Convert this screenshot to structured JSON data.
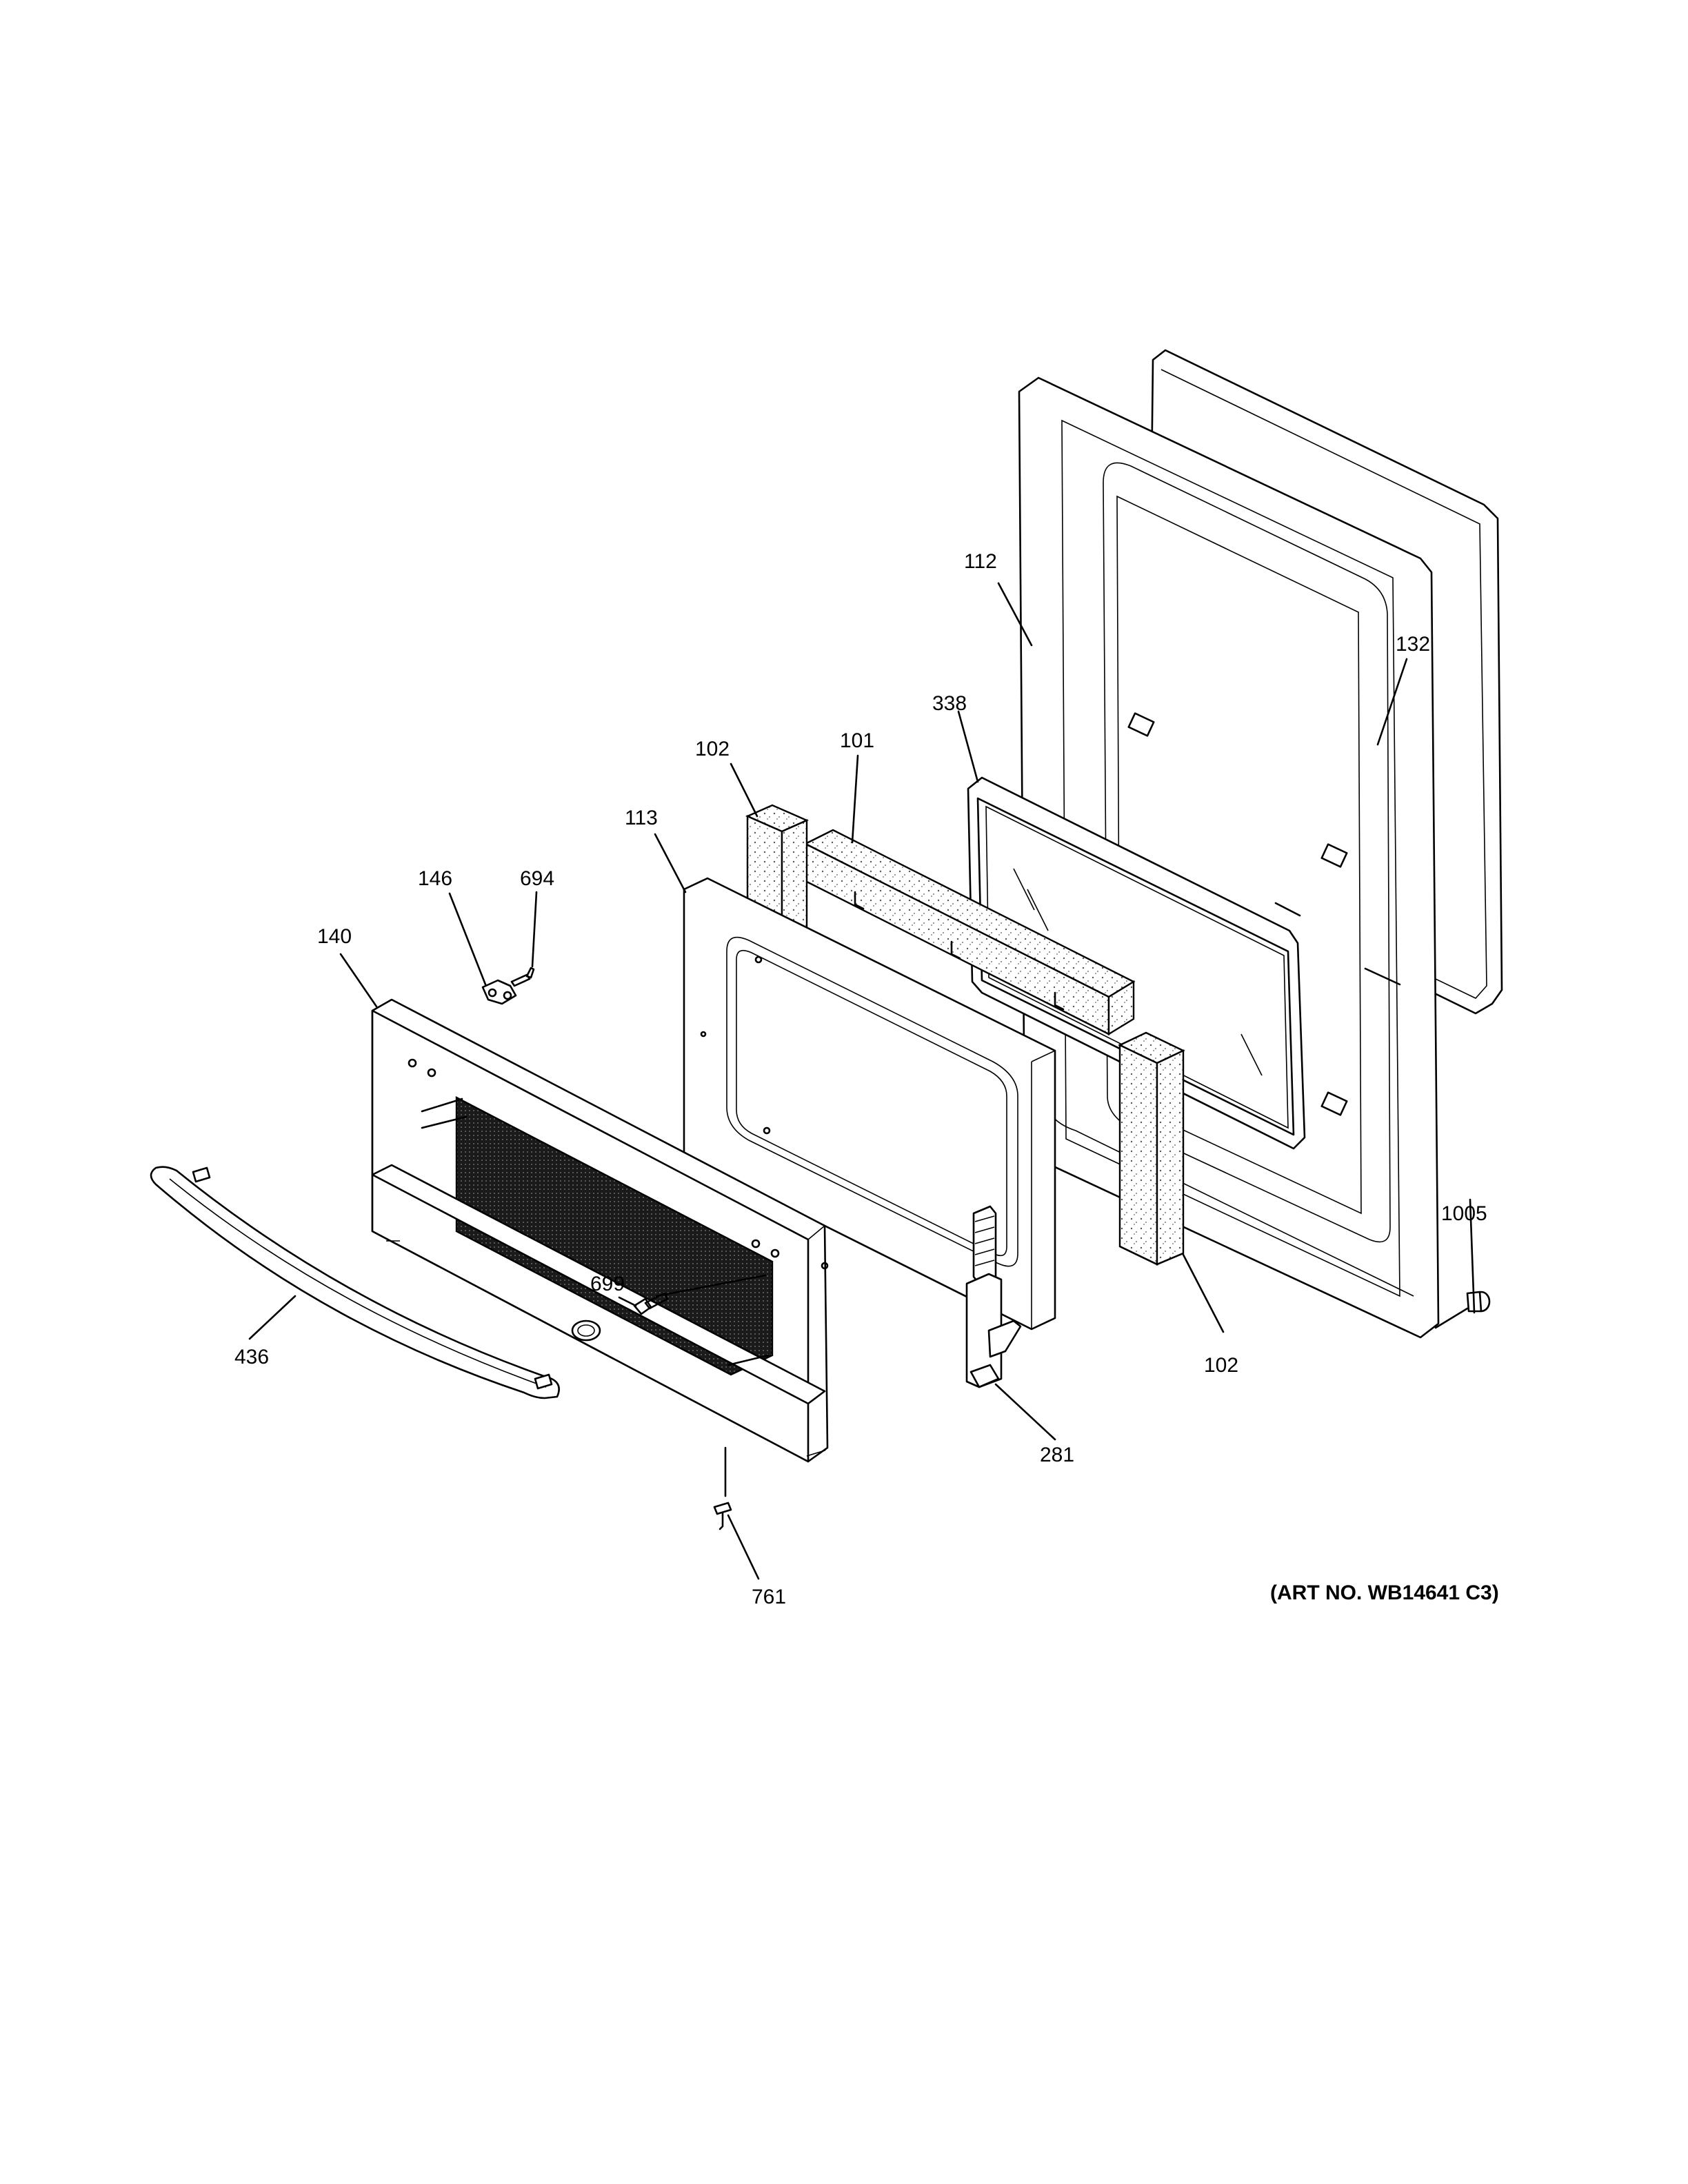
{
  "diagram": {
    "callouts": [
      {
        "id": "c112",
        "label": "112"
      },
      {
        "id": "c132",
        "label": "132"
      },
      {
        "id": "c338",
        "label": "338"
      },
      {
        "id": "c101",
        "label": "101"
      },
      {
        "id": "c102a",
        "label": "102"
      },
      {
        "id": "c113",
        "label": "113"
      },
      {
        "id": "c146",
        "label": "146"
      },
      {
        "id": "c694",
        "label": "694"
      },
      {
        "id": "c140",
        "label": "140"
      },
      {
        "id": "c699",
        "label": "699"
      },
      {
        "id": "c1005",
        "label": "1005"
      },
      {
        "id": "c436",
        "label": "436"
      },
      {
        "id": "c102b",
        "label": "102"
      },
      {
        "id": "c281",
        "label": "281"
      },
      {
        "id": "c761",
        "label": "761"
      }
    ],
    "art_number": "(ART NO. WB14641 C3)"
  }
}
